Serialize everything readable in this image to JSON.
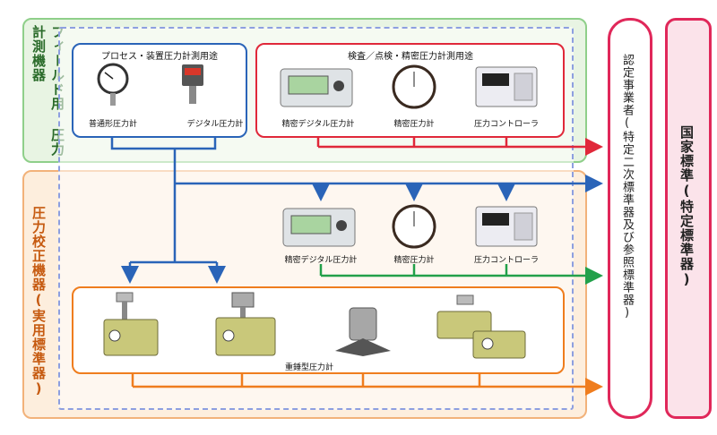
{
  "colors": {
    "field_bg": "#e8f4e3",
    "field_border": "#7cc37a",
    "field_title": "#2a6b2a",
    "calib_bg": "#fdeedd",
    "calib_border": "#f0a25a",
    "calib_title": "#c65a10",
    "blue": "#2a64b8",
    "red": "#e0283a",
    "green": "#22a04a",
    "orange": "#ef7d1e",
    "pink": "#e0285a",
    "pink_bg": "#fbe3ea",
    "dashed": "#8d9fe0"
  },
  "regions": {
    "field": {
      "title": "フィールド用 圧力計測機器"
    },
    "calibration": {
      "title": "圧力校正機器(実用標準器)"
    },
    "certified": {
      "title": "認定事業者(特定二次標準器及び参照標準器)"
    },
    "national": {
      "title": "国家標準(特定標準器)"
    }
  },
  "groups": {
    "process": {
      "title": "プロセス・装置圧力計測用途",
      "items": [
        {
          "icon": "pressure-gauge",
          "label": "普通形圧力計"
        },
        {
          "icon": "digital-gauge",
          "label": "デジタル圧力計"
        }
      ]
    },
    "inspection": {
      "title": "検査／点検・精密圧力計測用途",
      "items": [
        {
          "icon": "precision-digital-gauge",
          "label": "精密デジタル圧力計"
        },
        {
          "icon": "precision-gauge",
          "label": "精密圧力計"
        },
        {
          "icon": "pressure-controller",
          "label": "圧力コントローラ"
        }
      ]
    },
    "calib_instruments": {
      "items": [
        {
          "icon": "precision-digital-gauge",
          "label": "精密デジタル圧力計"
        },
        {
          "icon": "precision-gauge",
          "label": "精密圧力計"
        },
        {
          "icon": "pressure-controller",
          "label": "圧力コントローラ"
        }
      ]
    },
    "deadweight": {
      "label": "重錘型圧力計",
      "count": 4
    }
  }
}
